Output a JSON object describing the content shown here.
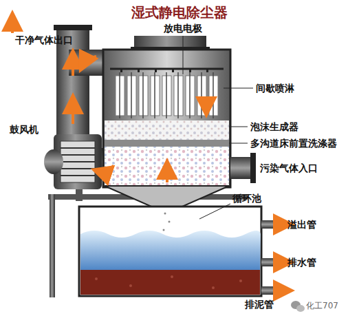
{
  "diagram": {
    "title": "湿式静电除尘器",
    "labels": [
      "干净气体出口",
      "放电电极",
      "间歇喷淋",
      "鼓风机",
      "泡沫生成器",
      "多沟道床前置洗涤器",
      "污染气体入口",
      "循环池",
      "溢出管",
      "排水管",
      "排泥管",
      "化工707"
    ]
  }
}
